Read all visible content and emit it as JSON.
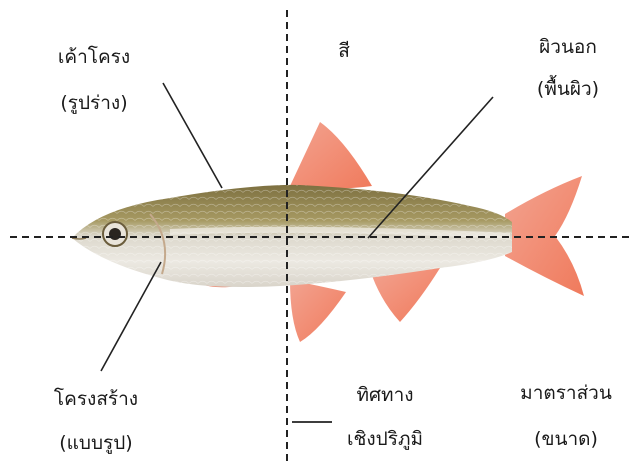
{
  "labels": {
    "outline_line1": "เค้าโครง",
    "outline_line2": "(รูปร่าง)",
    "color": "สี",
    "texture_line1": "ผิวนอก",
    "texture_line2": "(พื้นผิว)",
    "structure_line1": "โครงสร้าง",
    "structure_line2": "(แบบรูป)",
    "orientation_line1": "ทิศทาง",
    "orientation_line2": "เชิงปริภูมิ",
    "scale_line1": "มาตราส่วน",
    "scale_line2": "(ขนาด)"
  },
  "colors": {
    "fish_back": "#8a7d45",
    "fish_belly": "#e4e2dc",
    "fin": "#f08a70",
    "fin_light": "#f7b8a4",
    "stripe": "#c9c6bf",
    "line": "#222222"
  }
}
